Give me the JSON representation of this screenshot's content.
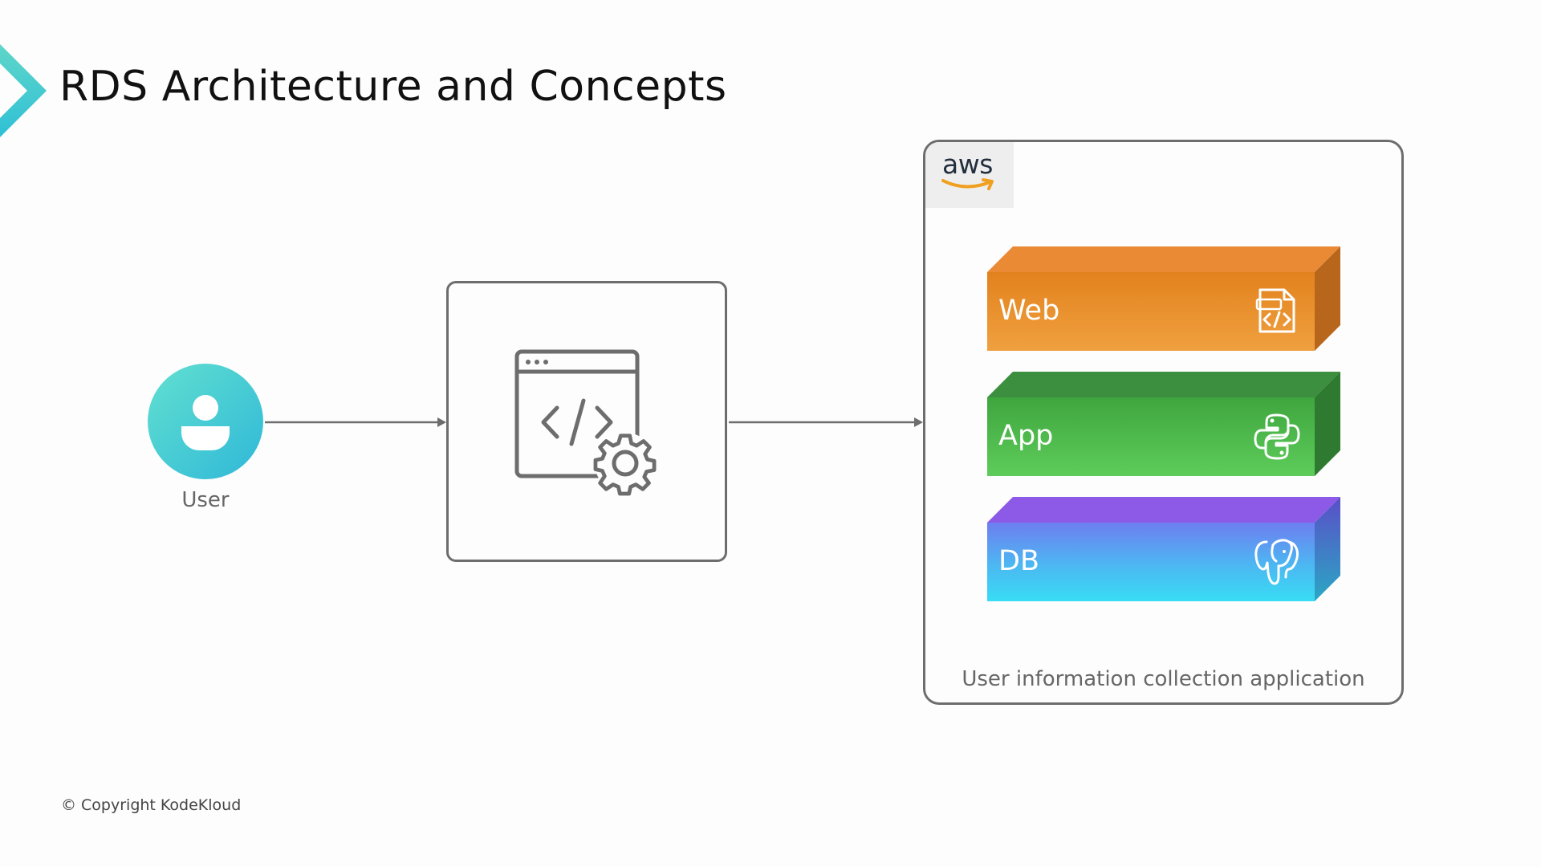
{
  "slide": {
    "title": "RDS Architecture and Concepts",
    "copyright": "© Copyright KodeKloud"
  },
  "user": {
    "label": "User",
    "icon": "user-icon"
  },
  "app_box": {
    "icon": "code-window-gear-icon"
  },
  "aws": {
    "logo_text": "aws",
    "caption": "User information collection application",
    "tiers": [
      {
        "label": "Web",
        "icon": "html-file-icon",
        "color": "#e8892a"
      },
      {
        "label": "App",
        "icon": "python-icon",
        "color": "#4cb948"
      },
      {
        "label": "DB",
        "icon": "postgresql-icon",
        "color": "#5d7fe8"
      }
    ]
  },
  "colors": {
    "accent": "#3ecdd0",
    "web": "#e8892a",
    "app": "#4cb948",
    "db_top": "#8a5be8",
    "db_bottom": "#3ad9f0",
    "border": "#6d6d6d"
  }
}
